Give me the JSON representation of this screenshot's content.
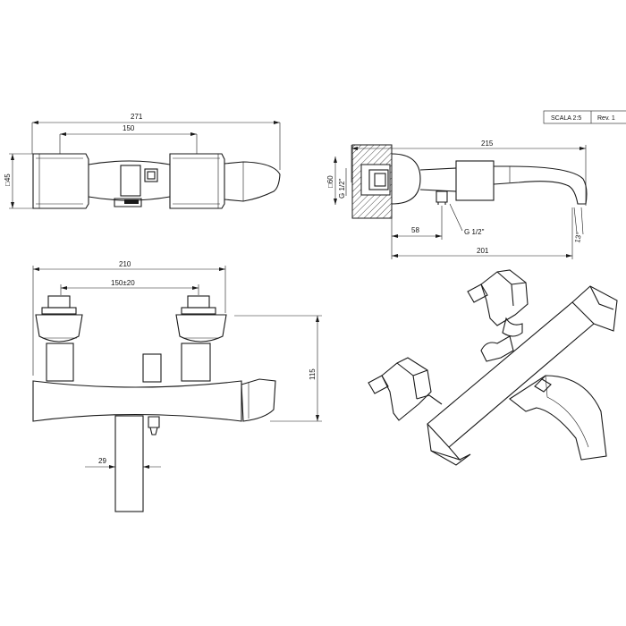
{
  "title_block": {
    "scale": "SCALA 2:5",
    "revision": "Rev. 1"
  },
  "top_view": {
    "overall_width": "271",
    "center_distance": "150",
    "body_size": "□45"
  },
  "side_view": {
    "overall_length": "215",
    "body_size": "□60",
    "thread_left": "G 1/2\"",
    "offset": "58",
    "thread_bottom": "G 1/2\"",
    "spout_length": "201",
    "angle": "13°"
  },
  "front_view": {
    "overall_width": "210",
    "center_distance": "150±20",
    "height": "115",
    "spout_width": "29"
  }
}
